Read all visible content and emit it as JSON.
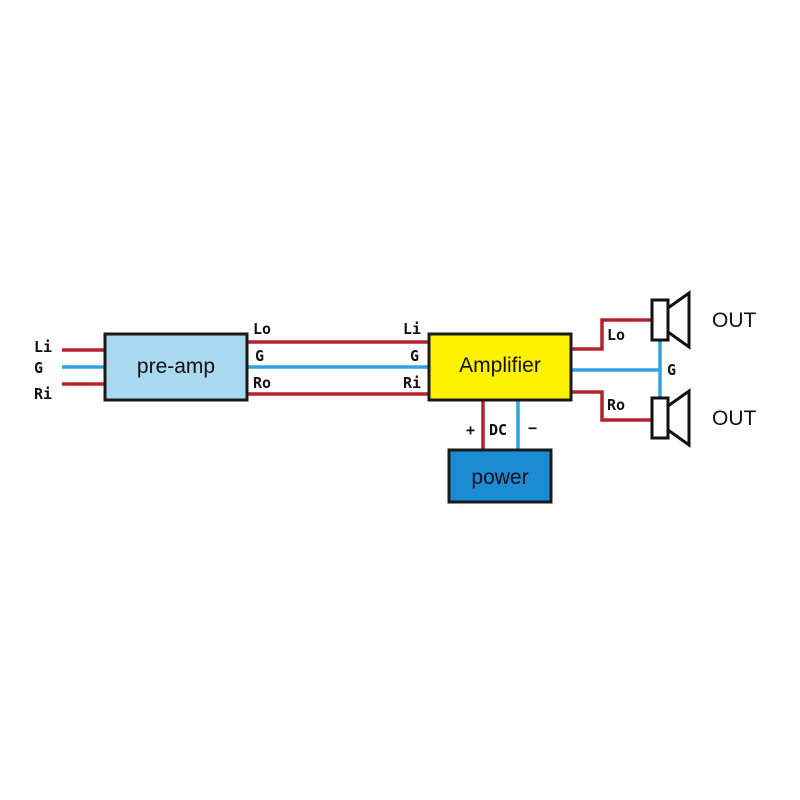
{
  "blocks": {
    "preamp": "pre-amp",
    "amplifier": "Amplifier",
    "power": "power"
  },
  "inputs": {
    "left": "Li",
    "ground": "G",
    "right": "Ri"
  },
  "preamp_out": {
    "left": "Lo",
    "ground": "G",
    "right": "Ro"
  },
  "amp_in": {
    "left": "Li",
    "ground": "G",
    "right": "Ri"
  },
  "power_pins": {
    "plus": "+",
    "dc": "DC",
    "minus": "−"
  },
  "speaker_pins": {
    "left": "Lo",
    "ground": "G",
    "right": "Ro"
  },
  "outputs": {
    "top": "OUT",
    "bottom": "OUT"
  },
  "colors": {
    "signal_wire": "#b3222e",
    "ground_wire": "#2fa3de",
    "preamp_fill": "#a9daf0",
    "amplifier_fill": "#fff200",
    "power_fill": "#1b8bd6"
  }
}
